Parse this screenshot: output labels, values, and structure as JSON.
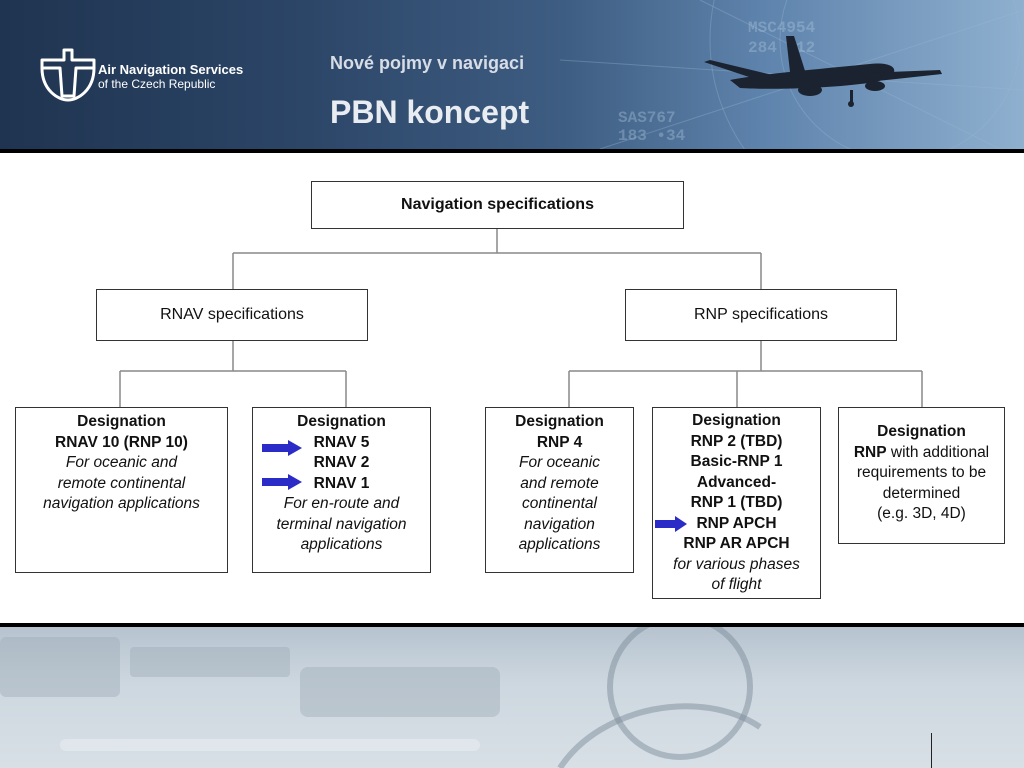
{
  "header": {
    "org_line1": "Air Navigation Services",
    "org_line2": "of the Czech Republic",
    "subtitle": "Nové pojmy v navigaci",
    "title": "PBN koncept"
  },
  "diagram": {
    "root": "Navigation specifications",
    "rnav": "RNAV specifications",
    "rnp": "RNP specifications",
    "leaves": {
      "rnav10": {
        "heading": "Designation",
        "line1": "RNAV 10 (RNP 10)",
        "note1": "For oceanic and",
        "note2": "remote continental",
        "note3": "navigation applications"
      },
      "rnav5": {
        "heading": "Designation",
        "line1": "RNAV 5",
        "line2": "RNAV 2",
        "line3": "RNAV 1",
        "note1": "For en-route and",
        "note2": "terminal navigation",
        "note3": "applications"
      },
      "rnp4": {
        "heading": "Designation",
        "line1": "RNP 4",
        "note1": "For oceanic",
        "note2": "and remote",
        "note3": "continental",
        "note4": "navigation",
        "note5": "applications"
      },
      "rnp2": {
        "heading": "Designation",
        "line1": "RNP 2 (TBD)",
        "line2": "Basic-RNP 1",
        "line3": "Advanced-",
        "line4": "RNP 1 (TBD)",
        "line5": "RNP APCH",
        "line6": "RNP AR APCH",
        "note1": "for various phases",
        "note2": "of flight"
      },
      "rnpx": {
        "heading": "Designation",
        "line1_bold": "RNP",
        "line1_rest": " with additional",
        "line2": "requirements to be",
        "line3": "determined",
        "line4": "(e.g. 3D, 4D)"
      }
    },
    "colors": {
      "arrow": "#2b2bc8",
      "border": "#333333",
      "connector": "#888888"
    }
  }
}
